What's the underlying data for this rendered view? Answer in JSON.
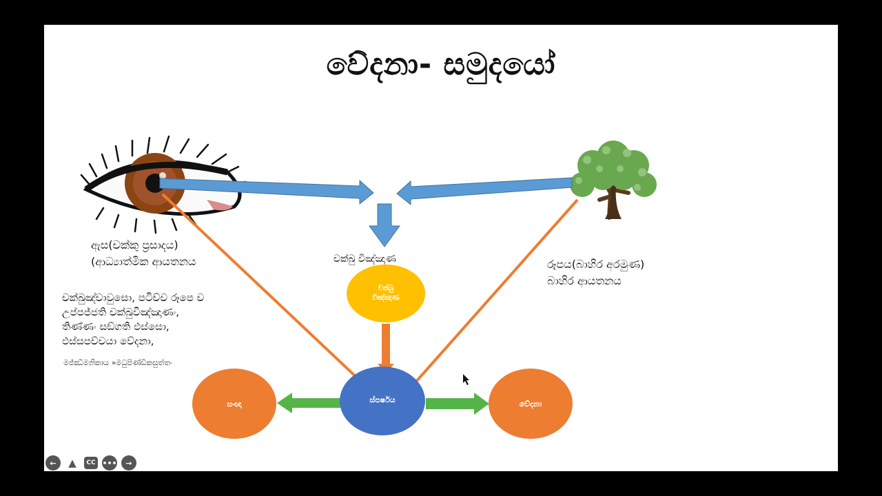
{
  "slide": {
    "title": "වේදනා- සමුදයෝ"
  },
  "eye": {
    "label_line1": "ඇස(චක්කු ප්‍රසාදය)",
    "label_line2": "(ආධ්‍යාත්මික ආයතනය"
  },
  "center": {
    "vinnana_label": "චක්ඛු විඤ්ඤාණ",
    "vinnana_node": "චක්ඛු\nවිඤ්ඤාණ",
    "phassa_node": "ස්පර්ෂය",
    "sanna_node": "සංඥා",
    "vedana_node": "වේදනා"
  },
  "tree": {
    "label_line1": "රූපය(බාහිර අරමුණ)",
    "label_line2": "බාහිර ආයතනය"
  },
  "quote": {
    "lines": [
      "චක්ඛුඤ්චාවුසො, පටිච්ච රූපෙ ච",
      "උප්පජ්ජති චක්ඛුවිඤ්ඤාණං,",
      "තිණ්ණං සඞ්ගති ඵස්සො,",
      "ඵස්සපච්චයා වේදනා,"
    ],
    "source": "මජ්ඣිමනිකාය »මධුපිණ්ඩිකසුත්තං"
  },
  "controls": [
    {
      "icon": "arrow-left-icon",
      "glyph": "←"
    },
    {
      "icon": "pointer-icon",
      "glyph": "▲"
    },
    {
      "icon": "captions-icon",
      "glyph": "CC"
    },
    {
      "icon": "more-icon",
      "glyph": "•••"
    },
    {
      "icon": "arrow-right-icon",
      "glyph": "→"
    }
  ],
  "colors": {
    "blue_arrow": "#5b9bd5",
    "orange": "#ed7d31",
    "green": "#55b447",
    "yellow": "#ffc000",
    "phassa_blue": "#4472c4",
    "iris": "#8b4513"
  }
}
